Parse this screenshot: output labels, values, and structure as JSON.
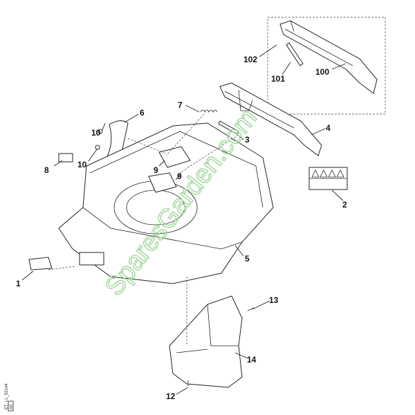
{
  "diagram": {
    "labels": [
      "102",
      "101",
      "100",
      "7",
      "6",
      "10",
      "10",
      "8",
      "3",
      "4",
      "9",
      "9",
      "2",
      "5",
      "1",
      "13",
      "14",
      "12"
    ],
    "watermark": "SparesGarden.com",
    "drawing_code": "ET_LL_55144",
    "revision": "A0"
  }
}
